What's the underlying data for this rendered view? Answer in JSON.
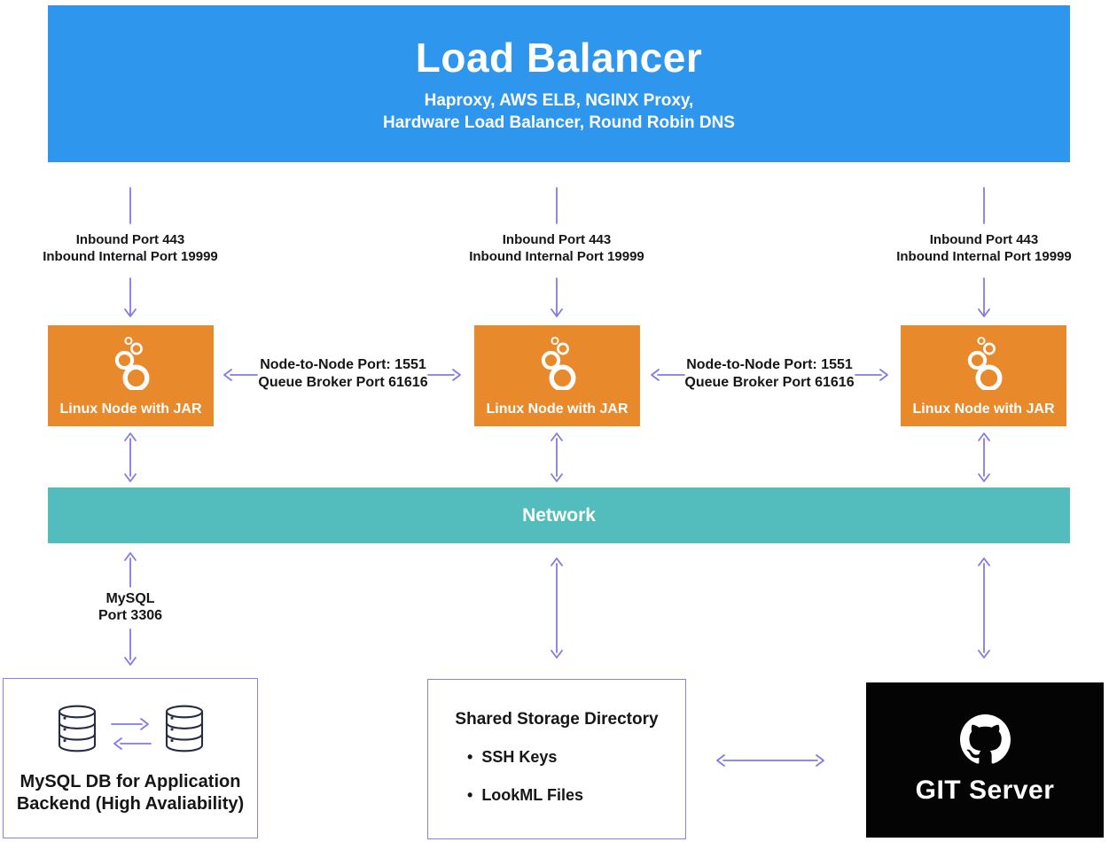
{
  "colors": {
    "blue": "#2E96ED",
    "orange": "#E8892C",
    "teal": "#52BDBC",
    "purple": "#8379E8",
    "box-border": "#8B80E4",
    "ink": "#161616",
    "db-navy": "#272C45",
    "git-black": "#040404"
  },
  "load_balancer": {
    "title": "Load Balancer",
    "subtitle_line1": "Haproxy, AWS ELB, NGINX Proxy,",
    "subtitle_line2": "Hardware Load Balancer, Round Robin DNS"
  },
  "inbound_link": {
    "line1": "Inbound Port 443",
    "line2": "Inbound Internal Port 19999"
  },
  "nodes": [
    {
      "label": "Linux Node with JAR"
    },
    {
      "label": "Linux Node with JAR"
    },
    {
      "label": "Linux Node with JAR"
    }
  ],
  "node_link": {
    "line1": "Node-to-Node Port: 1551",
    "line2": "Queue Broker Port 61616"
  },
  "network": {
    "label": "Network"
  },
  "mysql_link": {
    "line1": "MySQL",
    "line2": "Port 3306"
  },
  "mysql_db": {
    "label_line1": "MySQL DB for Application",
    "label_line2": "Backend (High Avaliability)"
  },
  "shared_storage": {
    "title": "Shared Storage Directory",
    "bullet": "•",
    "items": [
      "SSH Keys",
      "LookML Files"
    ]
  },
  "git_server": {
    "label": "GIT Server"
  }
}
